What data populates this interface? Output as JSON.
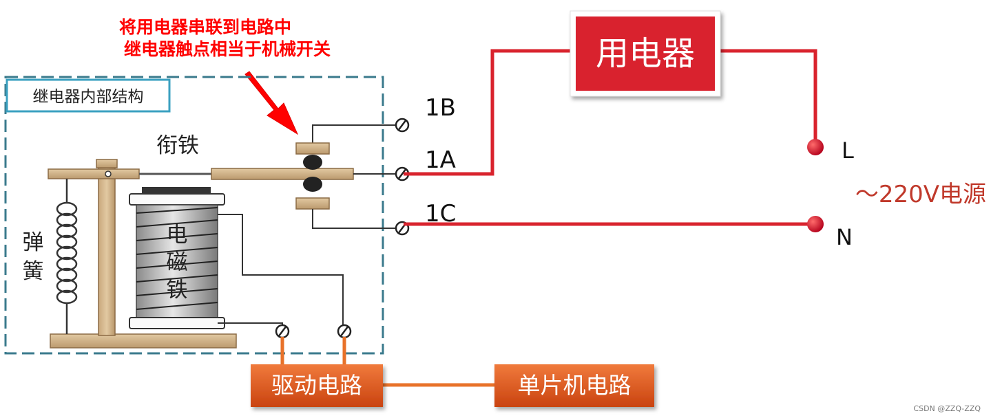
{
  "annotation": {
    "line1": "将用电器串联到电路中",
    "line2": "继电器触点相当于机械开关",
    "color": "#ff0000"
  },
  "relay": {
    "structure_label": "继电器内部结构",
    "armature_label": "衔铁",
    "spring_label_1": "弹",
    "spring_label_2": "簧",
    "coil_label_1": "电",
    "coil_label_2": "磁",
    "coil_label_3": "铁"
  },
  "terminals": {
    "b": "1B",
    "a": "1A",
    "c": "1C"
  },
  "load": {
    "label": "用电器",
    "color": "#d9232d"
  },
  "power": {
    "l": "L",
    "n": "N",
    "source": "～220V电源",
    "source_color": "#c0392b"
  },
  "driver": {
    "label": "驱动电路",
    "color": "#d9531e"
  },
  "mcu": {
    "label": "单片机电路",
    "color": "#d9531e"
  },
  "watermark": "CSDN @ZZQ-ZZQ"
}
